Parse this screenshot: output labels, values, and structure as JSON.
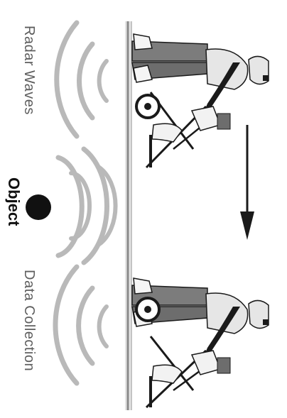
{
  "labels": {
    "radar_waves": "Radar Waves",
    "object": "Object",
    "data_collection": "Data Collection"
  },
  "colors": {
    "ground": "#8a8a8a",
    "waves": "#b9b9b9",
    "object": "#111111",
    "ink": "#1a1a1a",
    "pants": "#6d6d6d",
    "shirt": "#e6e6e6"
  },
  "icons": {
    "operator": "person-pushing-gpr-cart-icon",
    "object": "buried-object-icon",
    "arrow": "arrow-down-icon"
  }
}
